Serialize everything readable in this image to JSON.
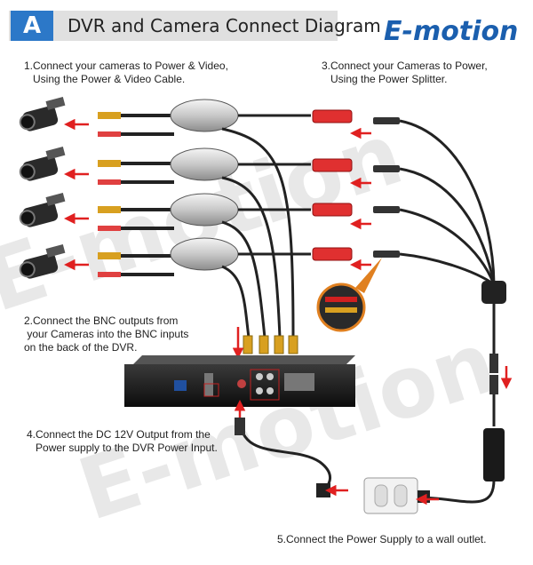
{
  "header": {
    "badge": "A",
    "title": "DVR and Camera Connect Diagram"
  },
  "logo": {
    "text": "E-motion"
  },
  "watermark": {
    "text": "E-motion"
  },
  "steps": {
    "step1_line1": "1.Connect your cameras to Power & Video,",
    "step1_line2": "Using the Power & Video Cable.",
    "step2_line1": "2.Connect the BNC outputs from",
    "step2_line2": "your Cameras into the BNC inputs",
    "step2_line3": "on the back of the DVR.",
    "step3_line1": "3.Connect your Cameras to Power,",
    "step3_line2": "Using the Power Splitter.",
    "step4_line1": "4.Connect the DC 12V Output from the",
    "step4_line2": "Power supply to the DVR Power Input.",
    "step5": "5.Connect the Power Supply to a wall outlet."
  },
  "colors": {
    "badge": "#2c78c8",
    "header_bg": "#e0e0e0",
    "arrow": "#e02020",
    "cable": "#222222",
    "logo_blue": "#1b5fae"
  }
}
